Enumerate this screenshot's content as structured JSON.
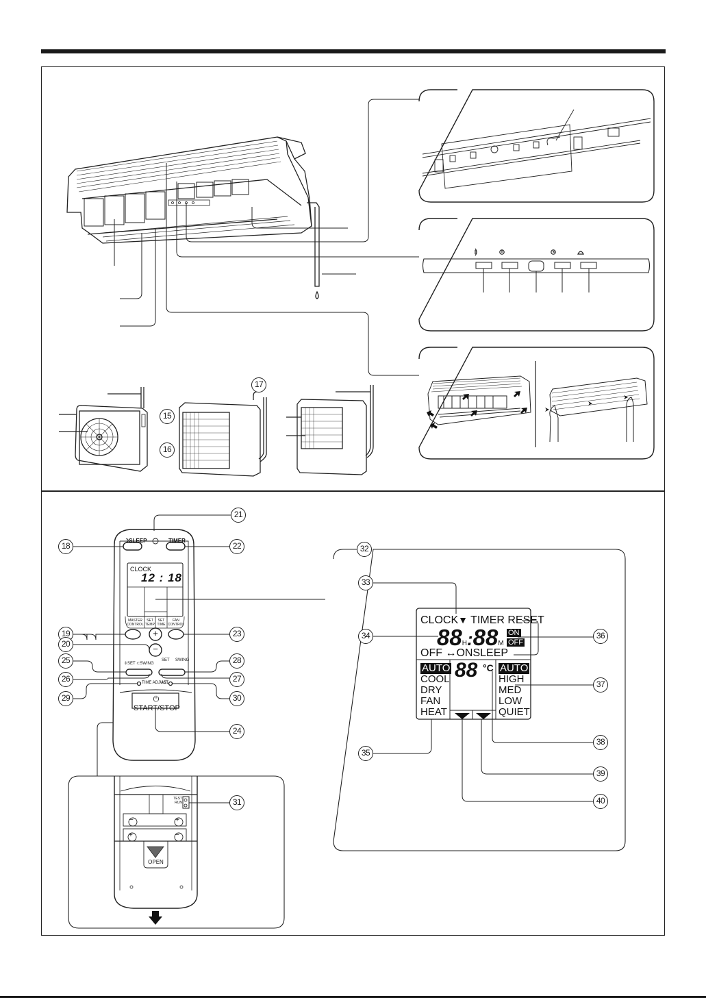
{
  "page": {
    "title": "Air conditioner parts diagram: indoor unit, outdoor units, remote controller and display"
  },
  "indoor_unit": {
    "detail_panels": [
      {
        "id": "A",
        "description": "Control panel bracket detail",
        "label": ""
      },
      {
        "id": "B",
        "description": "Indoor unit control buttons",
        "label": "",
        "button_icons": [
          "swing-icon",
          "power-icon",
          "receiver-window",
          "timer-icon",
          "fan-icon"
        ]
      },
      {
        "id": "C",
        "description": "Front panel open / close procedure",
        "label": ""
      }
    ]
  },
  "outdoor_units": {
    "callouts": [
      "15",
      "16",
      "17"
    ]
  },
  "remote": {
    "top_labels": {
      "sleep": "SLEEP",
      "timer": "TIMER"
    },
    "screen": {
      "clock_label": "CLOCK",
      "time": "12 : 18"
    },
    "button_labels": {
      "master_control": "MASTER CONTROL",
      "set_temp": "SET TEMP",
      "set_time": "SET TIME",
      "fan_control": "FAN CONTROL",
      "plus": "+",
      "minus": "−",
      "set_left": "SET",
      "swing_left": "SWING",
      "set_right": "SET",
      "swing_right": "SWING",
      "time_adjust": "TIME ADJUST",
      "acl": "ACL",
      "start_stop": "START/STOP"
    },
    "battery": {
      "test_run": "TEST RUN",
      "open": "OPEN",
      "pos": "+",
      "neg": "−"
    },
    "callouts": [
      "18",
      "19",
      "20",
      "21",
      "22",
      "23",
      "24",
      "25",
      "26",
      "27",
      "28",
      "29",
      "30",
      "31"
    ]
  },
  "display": {
    "callouts": [
      "32",
      "33",
      "34",
      "35",
      "36",
      "37",
      "38",
      "39",
      "40"
    ],
    "row1": {
      "clock": "CLOCK",
      "timer": "TIMER",
      "reset": "RESET"
    },
    "time_digits": {
      "hours": "88",
      "h": "H",
      "minutes": "88",
      "m": "M"
    },
    "on_off": {
      "on": "ON",
      "off": "OFF"
    },
    "row3": {
      "off": "OFF",
      "arrow": "↔",
      "on": "ON",
      "sleep": "SLEEP"
    },
    "modes": [
      "AUTO",
      "COOL",
      "DRY",
      "FAN",
      "HEAT"
    ],
    "temp_digits": "88",
    "temp_unit": "°C",
    "fan_speeds": [
      "AUTO",
      "HIGH",
      "MED",
      "LOW",
      "QUIET"
    ]
  }
}
